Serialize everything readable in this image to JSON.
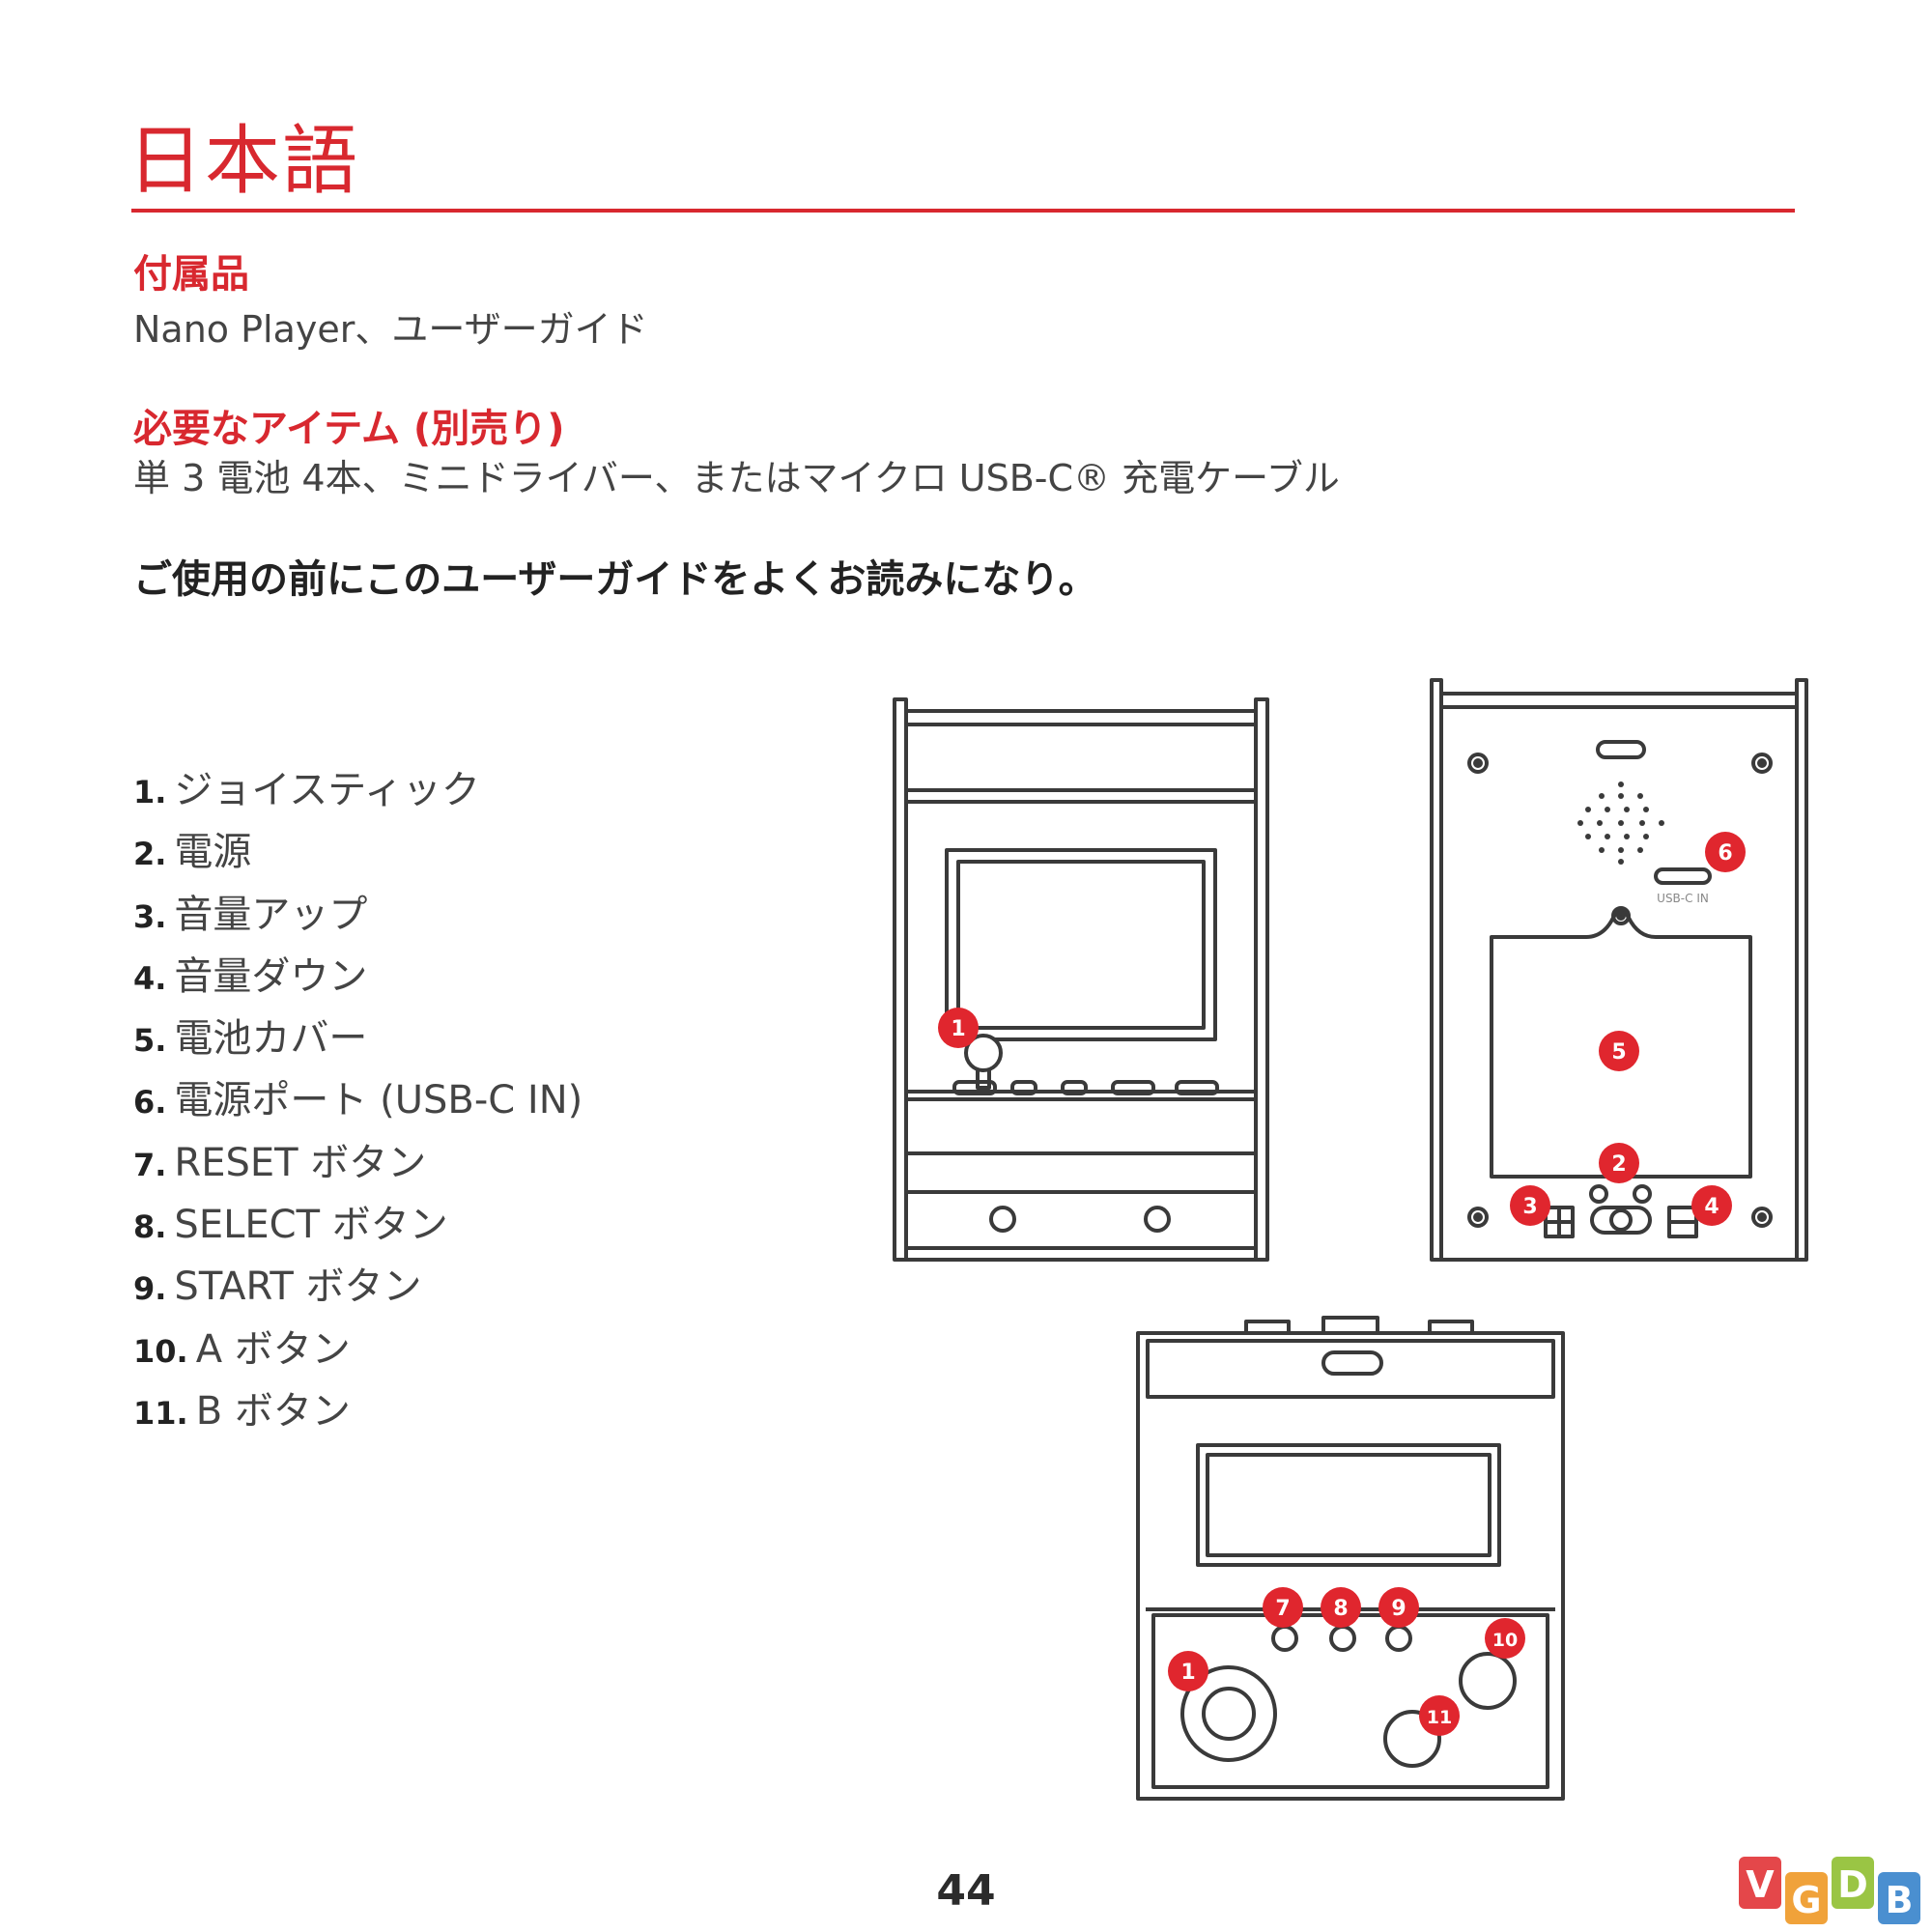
{
  "page": {
    "title": "日本語",
    "page_number": "44"
  },
  "included": {
    "heading": "付属品",
    "body": "Nano Player、ユーザーガイド"
  },
  "required": {
    "heading": "必要なアイテム (別売り)",
    "body": "単 3 電池 4本、ミニドライバー、またはマイクロ USB-C® 充電ケーブル"
  },
  "notice": "ご使用の前にこのユーザーガイドをよくお読みになり。",
  "parts": [
    {
      "num": "1.",
      "label": "ジョイスティック"
    },
    {
      "num": "2.",
      "label": "電源"
    },
    {
      "num": "3.",
      "label": "音量アップ"
    },
    {
      "num": "4.",
      "label": "音量ダウン"
    },
    {
      "num": "5.",
      "label": "電池カバー"
    },
    {
      "num": "6.",
      "label": "電源ポート (USB-C IN)"
    },
    {
      "num": "7.",
      "label": "RESET ボタン"
    },
    {
      "num": "8.",
      "label": "SELECT ボタン"
    },
    {
      "num": "9.",
      "label": "START ボタン"
    },
    {
      "num": "10.",
      "label": "A ボタン"
    },
    {
      "num": "11.",
      "label": "B ボタン"
    }
  ],
  "diagram": {
    "port_label": "USB-C IN",
    "callouts": {
      "front_joystick": "1",
      "power": "2",
      "vol_up": "3",
      "vol_down": "4",
      "battery_cover": "5",
      "power_port": "6",
      "reset": "7",
      "select": "8",
      "start": "9",
      "a_button": "10",
      "top_joystick": "1",
      "b_button": "11"
    },
    "callout_color": "#e0262e"
  },
  "watermark": {
    "letters": [
      "V",
      "G",
      "D",
      "B"
    ],
    "colors": [
      "#e4474a",
      "#f0a23a",
      "#9ac544",
      "#4a8fd0"
    ]
  }
}
